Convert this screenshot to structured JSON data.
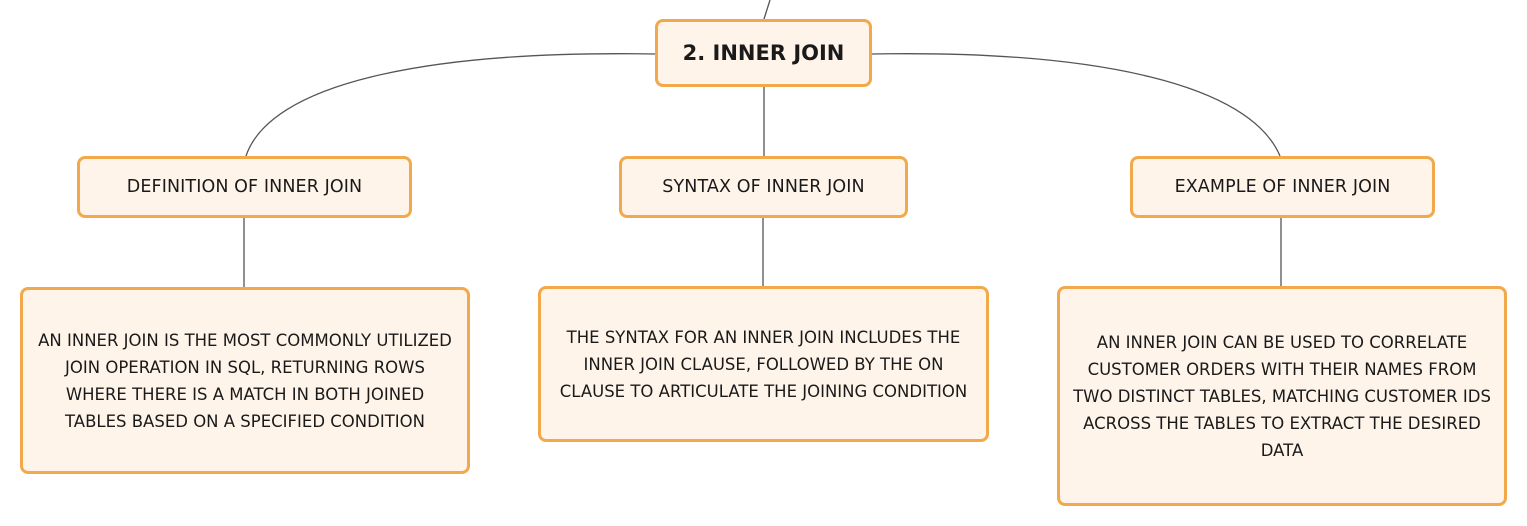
{
  "diagram": {
    "root": {
      "label": "2. INNER JOIN"
    },
    "branches": [
      {
        "label": "DEFINITION OF INNER JOIN",
        "detail": "AN INNER JOIN IS THE MOST COMMONLY UTILIZED JOIN OPERATION IN SQL, RETURNING ROWS WHERE THERE IS A MATCH IN BOTH JOINED TABLES BASED ON A SPECIFIED CONDITION"
      },
      {
        "label": "SYNTAX OF INNER JOIN",
        "detail": "THE SYNTAX FOR AN INNER JOIN INCLUDES THE INNER JOIN CLAUSE, FOLLOWED BY THE ON CLAUSE TO ARTICULATE THE JOINING CONDITION"
      },
      {
        "label": "EXAMPLE OF INNER JOIN",
        "detail": "AN INNER JOIN CAN BE USED TO CORRELATE CUSTOMER ORDERS WITH THEIR NAMES FROM TWO DISTINCT TABLES, MATCHING CUSTOMER IDS ACROSS THE TABLES TO EXTRACT THE DESIRED DATA"
      }
    ]
  },
  "colors": {
    "node_fill": "#fff4ea",
    "node_border": "#f2a94c",
    "connector": "#555555",
    "text": "#1a1a1a"
  }
}
